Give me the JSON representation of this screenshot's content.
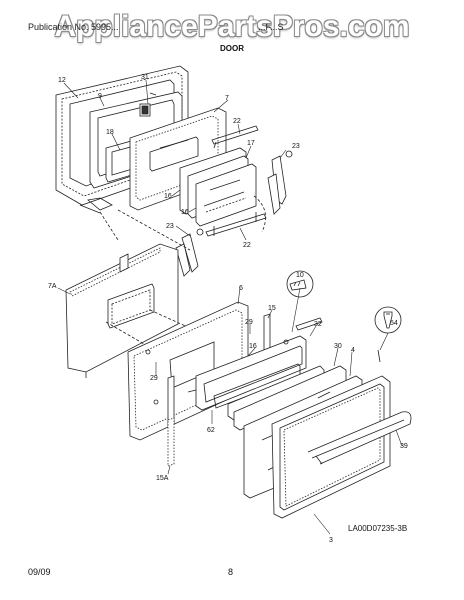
{
  "watermark": "AppliancePartsPros.com",
  "header": {
    "left_text": "Publication No. 5995...",
    "right_text": "...F...S"
  },
  "section_title": "DOOR",
  "footer": {
    "date": "09/09",
    "page": "8"
  },
  "drawing_ref": "LA00D07235-3B",
  "callouts": {
    "c12": "12",
    "c9": "9",
    "c31": "31",
    "c7": "7",
    "c18": "18",
    "c22a": "22",
    "c17": "17",
    "c23a": "23",
    "c16a": "16",
    "c16b": "16",
    "c23b": "23",
    "c22b": "22",
    "c7A": "7A",
    "c10": "10",
    "c6": "6",
    "c15": "15",
    "c29a": "29",
    "c32": "32",
    "c16c": "16",
    "c54": "54",
    "c30": "30",
    "c4": "4",
    "c29b": "29",
    "c62": "62",
    "c39": "39",
    "c15A": "15A",
    "c3": "3"
  }
}
